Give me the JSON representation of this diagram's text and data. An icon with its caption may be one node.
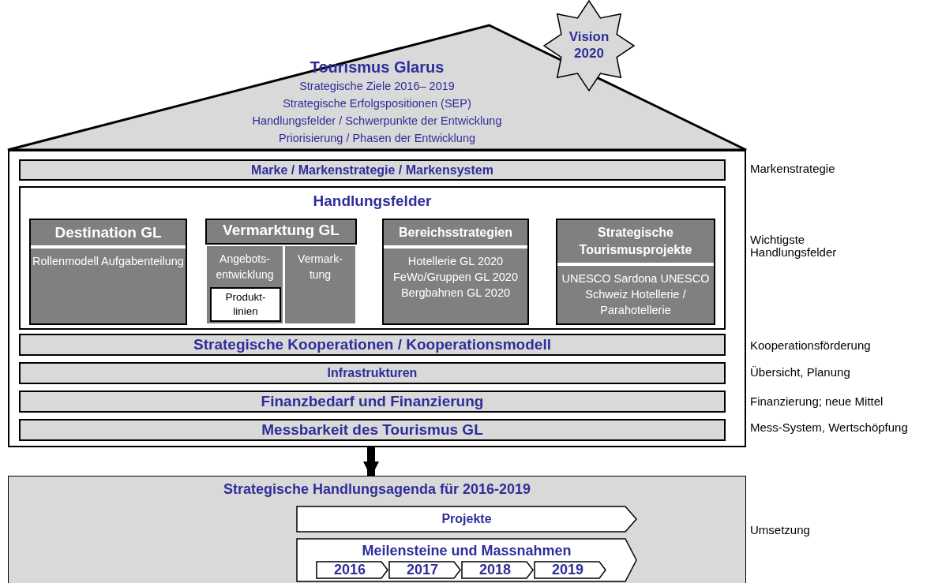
{
  "diagram": {
    "nodes": [
      {
        "text": [
          "Tourismus Glarus",
          "Strategische Ziele 2016– 2019",
          "Strategische Erfolgspositionen (SEP)",
          "Handlungsfelder / Schwerpunkte der Entwicklung",
          "Priorisierung / Phasen der Entwicklung"
        ]
      },
      {
        "text": [
          "Vision 2020"
        ]
      },
      {
        "text": [],
        "shape": "box"
      },
      {
        "text": [
          "Marke / Markenstrategie / Markensystem"
        ],
        "in": 2
      },
      {
        "text": [
          "Handlungsfelder"
        ],
        "in": 2
      },
      {
        "text": [
          "Destination GL",
          "Rollenmodell Aufgabenteilung"
        ],
        "in": 4
      },
      {
        "text": [
          "Vermarktung GL"
        ],
        "in": 4
      },
      {
        "text": [
          "Angebots- entwicklung"
        ],
        "in": 4
      },
      {
        "text": [
          "Produkt- linien"
        ],
        "in": 7
      },
      {
        "text": [
          "Vermark- tung"
        ],
        "in": 4
      },
      {
        "text": [
          "Bereichsstrategien",
          "Hotellerie GL 2020 FeWo/Gruppen GL 2020 Bergbahnen GL 2020"
        ],
        "in": 4
      },
      {
        "text": [
          "Strategische Tourismusprojekte",
          "UNESCO Sardona UNESCO Schweiz Hotellerie / Parahotellerie"
        ],
        "in": 4
      },
      {
        "text": [
          "Strategische Kooperationen / Kooperationsmodell"
        ],
        "in": 2
      },
      {
        "text": [
          "Infrastrukturen"
        ],
        "in": 2
      },
      {
        "text": [
          "Finanzbedarf und Finanzierung"
        ],
        "in": 2
      },
      {
        "text": [
          "Messbarkeit des Tourismus GL"
        ],
        "in": 2
      },
      {
        "text": [
          "Strategische Handlungsagenda für 2016-2019"
        ]
      },
      {
        "text": [
          "Projekte"
        ],
        "in": 16
      },
      {
        "text": [
          "Meilensteine und Massnahmen"
        ],
        "in": 16
      },
      {
        "text": [
          "2016"
        ],
        "in": 18
      },
      {
        "text": [
          "2017"
        ],
        "in": 18
      },
      {
        "text": [
          "2018"
        ],
        "in": 18
      },
      {
        "text": [
          "2019"
        ],
        "in": 18
      }
    ],
    "edges": [
      {
        "from": 2,
        "to": 16,
        "arrow": "to"
      }
    ],
    "labels": [
      "Markenstrategie",
      "Wichtigste Handlungsfelder",
      "Kooperationsförderung",
      "Übersicht, Planung",
      "Finanzierung; neue Mittel",
      "Mess-System, Wertschöpfung",
      "Umsetzung"
    ]
  }
}
